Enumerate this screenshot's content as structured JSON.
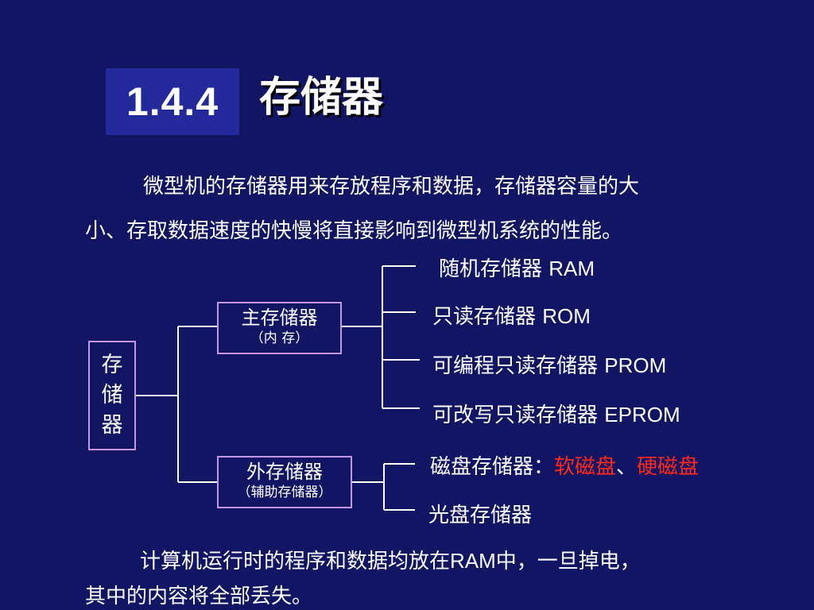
{
  "slide": {
    "section_number": "1.4.4",
    "title": "存储器",
    "intro_line1": "微型机的存储器用来存放程序和数据，存储器容量的大",
    "intro_line2": "小、存取数据速度的快慢将直接影响到微型机系统的性能。",
    "outro_line1": "计算机运行时的程序和数据均放在",
    "outro_ram": "RAM",
    "outro_line1_end": "中，一旦掉电，",
    "outro_line2": "其中的内容将全部丢失。"
  },
  "tree": {
    "root_chars": [
      "存",
      "储",
      "器"
    ],
    "main_memory": {
      "label": "主存储器",
      "sub": "（内 存）"
    },
    "external_memory": {
      "label": "外存储器",
      "sub": "（辅助存储器）"
    },
    "main_children": [
      {
        "cn": "随机存储器",
        "en": "RAM"
      },
      {
        "cn": "只读存储器",
        "en": "ROM"
      },
      {
        "cn": "可编程只读存储器",
        "en": "PROM"
      },
      {
        "cn": "可改写只读存储器",
        "en": "EPROM"
      }
    ],
    "external_children": {
      "disk_label": "磁盘存储器：",
      "floppy": "软磁盘",
      "separator": "、",
      "hard": "硬磁盘",
      "optical": "光盘存储器"
    }
  },
  "colors": {
    "background": "#121464",
    "badge": "#23289a",
    "node_border": "#c896e6",
    "highlight": "#ff2a1a"
  }
}
